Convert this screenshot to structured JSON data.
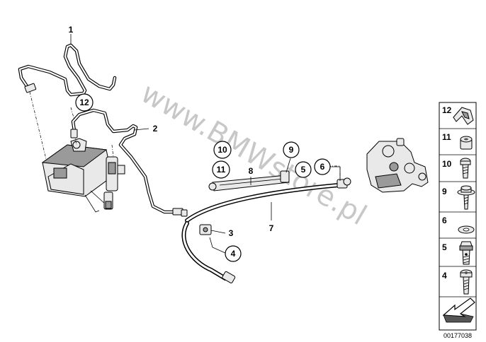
{
  "diagram": {
    "watermark": "www.BMWstore.pl",
    "image_code": "00177038",
    "callouts": [
      {
        "id": "c1",
        "label": "1",
        "circled": false
      },
      {
        "id": "c2",
        "label": "2",
        "circled": false
      },
      {
        "id": "c3",
        "label": "3",
        "circled": false
      },
      {
        "id": "c4",
        "label": "4",
        "circled": true
      },
      {
        "id": "c5",
        "label": "5",
        "circled": true
      },
      {
        "id": "c6",
        "label": "6",
        "circled": true
      },
      {
        "id": "c7",
        "label": "7",
        "circled": false
      },
      {
        "id": "c8",
        "label": "8",
        "circled": false
      },
      {
        "id": "c9",
        "label": "9",
        "circled": true
      },
      {
        "id": "c10",
        "label": "10",
        "circled": true
      },
      {
        "id": "c11",
        "label": "11",
        "circled": true
      },
      {
        "id": "c12",
        "label": "12",
        "circled": true
      }
    ],
    "legend": [
      {
        "label": "12",
        "icon": "clip-icon"
      },
      {
        "label": "11",
        "icon": "grommet-icon"
      },
      {
        "label": "10",
        "icon": "screw-icon"
      },
      {
        "label": "9",
        "icon": "flange-screw-icon"
      },
      {
        "label": "6",
        "icon": "washer-icon"
      },
      {
        "label": "5",
        "icon": "banjo-bolt-icon"
      },
      {
        "label": "4",
        "icon": "bolt-icon"
      }
    ]
  }
}
